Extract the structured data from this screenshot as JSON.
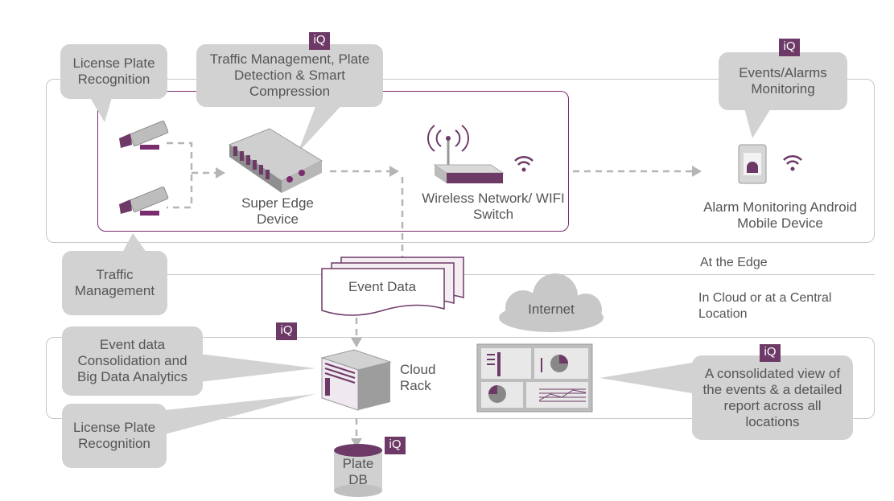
{
  "badges": {
    "iq": "iQ"
  },
  "callouts": {
    "lpr_top": "License Plate Recognition",
    "traffic_mgmt_top": "Traffic Management, Plate Detection & Smart Compression",
    "events_alarms": "Events/Alarms Monitoring",
    "traffic_mgmt_bottom": "Traffic Management",
    "consolidation": "Event data Consolidation and Big Data Analytics",
    "lpr_bottom": "License Plate Recognition",
    "consolidated_view": "A consolidated view of the events & a detailed report across all locations"
  },
  "labels": {
    "super_edge": "Super Edge Device",
    "wireless": "Wireless Network/ WIFI Switch",
    "alarm_device": "Alarm Monitoring Android Mobile Device",
    "at_edge": "At the Edge",
    "in_cloud": "In Cloud or at a Central Location",
    "event_data": "Event Data",
    "internet": "Internet",
    "cloud_rack": "Cloud Rack",
    "plate_db": "Plate DB"
  },
  "colors": {
    "accent": "#6d3a67",
    "bubble": "#d2d2d2",
    "frame": "#c7c7c7",
    "arrow": "#b5b5b5"
  },
  "icons": [
    "camera-icon",
    "edge-device-icon",
    "wifi-router-icon",
    "wifi-icon",
    "android-phone-icon",
    "cloud-icon",
    "server-rack-icon",
    "database-icon",
    "dashboard-icon"
  ]
}
